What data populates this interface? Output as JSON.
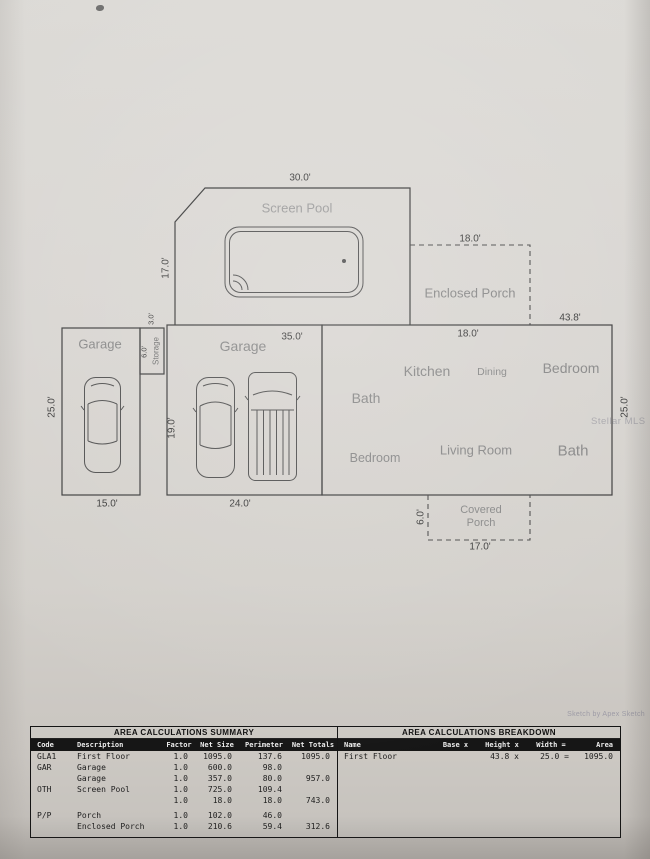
{
  "colors": {
    "paper": "#d6d3cf",
    "ink": "#3b3b3b",
    "room_text": "#878787",
    "table_header_bg": "#161616"
  },
  "watermark": "Stellar MLS",
  "credit": "Sketch by Apex Sketch",
  "plan": {
    "screen_pool": {
      "label": "Screen Pool",
      "dim_width": "30.0'",
      "dim_height": "17.0'"
    },
    "enclosed_porch": {
      "label": "Enclosed Porch",
      "dim_width": "18.0'"
    },
    "house": {
      "dim_inner_top": "18.0'",
      "dim_total_width": "43.8'",
      "dim_height": "25.0'",
      "rooms": {
        "kitchen": "Kitchen",
        "dining": "Dining",
        "bedroom_top": "Bedroom",
        "bath_left": "Bath",
        "bedroom_bottom": "Bedroom",
        "living_room": "Living Room",
        "bath_right": "Bath"
      }
    },
    "garage_left": {
      "label": "Garage",
      "dim_width": "15.0'",
      "dim_height": "25.0'"
    },
    "storage": {
      "label": "Storage",
      "dim_width": "3.0'",
      "dim_height": "6.0'"
    },
    "garage_main": {
      "label": "Garage",
      "dim_top": "35.0'",
      "dim_height": "19.0'",
      "dim_width": "24.0'"
    },
    "covered_porch": {
      "label_line1": "Covered",
      "label_line2": "Porch",
      "dim_height": "6.0'",
      "dim_width": "17.0'"
    }
  },
  "summary": {
    "title": "AREA CALCULATIONS SUMMARY",
    "columns": [
      "Code",
      "Description",
      "Factor",
      "Net Size",
      "Perimeter",
      "Net Totals"
    ],
    "rows": [
      [
        "GLA1",
        "First Floor",
        "1.0",
        "1095.0",
        "137.6",
        "1095.0"
      ],
      [
        "GAR",
        "Garage",
        "1.0",
        "600.0",
        "98.0",
        ""
      ],
      [
        "",
        "Garage",
        "1.0",
        "357.0",
        "80.0",
        "957.0"
      ],
      [
        "OTH",
        "Screen Pool",
        "1.0",
        "725.0",
        "109.4",
        ""
      ],
      [
        "",
        "",
        "1.0",
        "18.0",
        "18.0",
        "743.0"
      ],
      [
        "P/P",
        "Porch",
        "1.0",
        "102.0",
        "46.0",
        ""
      ],
      [
        "",
        "Enclosed Porch",
        "1.0",
        "210.6",
        "59.4",
        "312.6"
      ]
    ]
  },
  "breakdown": {
    "title": "AREA CALCULATIONS BREAKDOWN",
    "columns": [
      "Name",
      "Base x",
      "Height x",
      "Width =",
      "Area"
    ],
    "rows": [
      [
        "First Floor",
        "",
        "43.8 x",
        "25.0 =",
        "1095.0"
      ]
    ]
  }
}
